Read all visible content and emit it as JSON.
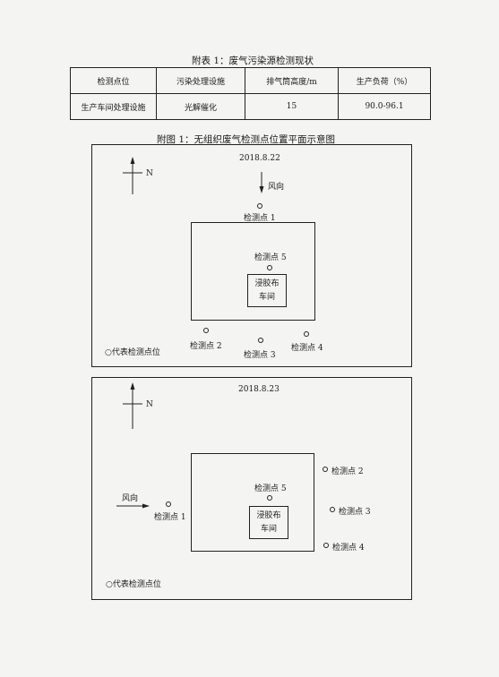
{
  "table": {
    "title": "附表 1：废气污染源检测现状",
    "headers": [
      "检测点位",
      "污染处理设施",
      "排气筒高度/m",
      "生产负荷（%）"
    ],
    "rows": [
      [
        "生产车间处理设施",
        "光解催化",
        "15",
        "90.0-96.1"
      ]
    ]
  },
  "figure": {
    "title": "附图 1：无组织废气检测点位置平面示意图",
    "north": "N",
    "wind": "风向",
    "workshop": [
      "浸胶布",
      "车间"
    ],
    "legend": "○代表检测点位",
    "panels": [
      {
        "date": "2018.8.22",
        "points": [
          "检测点 1",
          "检测点 2",
          "检测点 3",
          "检测点 4",
          "检测点 5"
        ]
      },
      {
        "date": "2018.8.23",
        "points": [
          "检测点 1",
          "检测点 2",
          "检测点 3",
          "检测点 4",
          "检测点 5"
        ]
      }
    ]
  }
}
